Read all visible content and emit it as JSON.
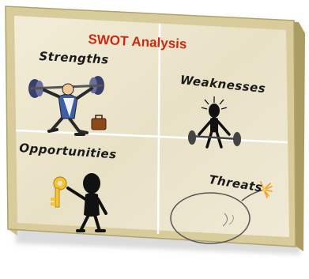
{
  "diagram": {
    "title": "SWOT Analysis",
    "quadrants": [
      {
        "label": "Strengths",
        "illustration": "weightlifter-with-briefcase"
      },
      {
        "label": "Weaknesses",
        "illustration": "stick-figure-struggling-barbell"
      },
      {
        "label": "Opportunities",
        "illustration": "stick-figure-holding-key"
      },
      {
        "label": "Threats",
        "illustration": "bomb-with-lit-fuse"
      }
    ]
  },
  "colors": {
    "frame_fill": "#e9e1c7",
    "frame_edge": "#b7a977",
    "title_text": "#cc2a10",
    "label_text": "#1a1a1a",
    "divider": "#ffffff"
  }
}
